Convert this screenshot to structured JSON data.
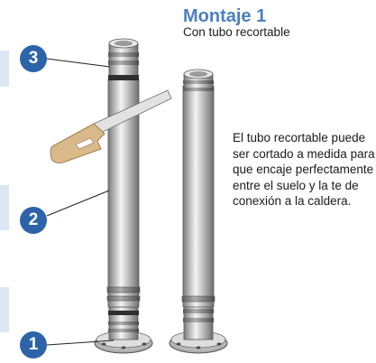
{
  "heading": {
    "title": "Montaje 1",
    "subtitle": "Con tubo recortable"
  },
  "description": "El tubo recortable puede ser cortado a medida para que encaje perfectamente entre el suelo y la te de conexión a la caldera.",
  "callouts": [
    "3",
    "2",
    "1"
  ],
  "colors": {
    "accent": "#4c7fc0",
    "callout_fill": "#2d63a8",
    "side_tab": "#dce7f4",
    "pipe_metal": "#c8c8c8",
    "saw_blade": "#e2e2e2",
    "saw_handle": "#d9b98a"
  }
}
